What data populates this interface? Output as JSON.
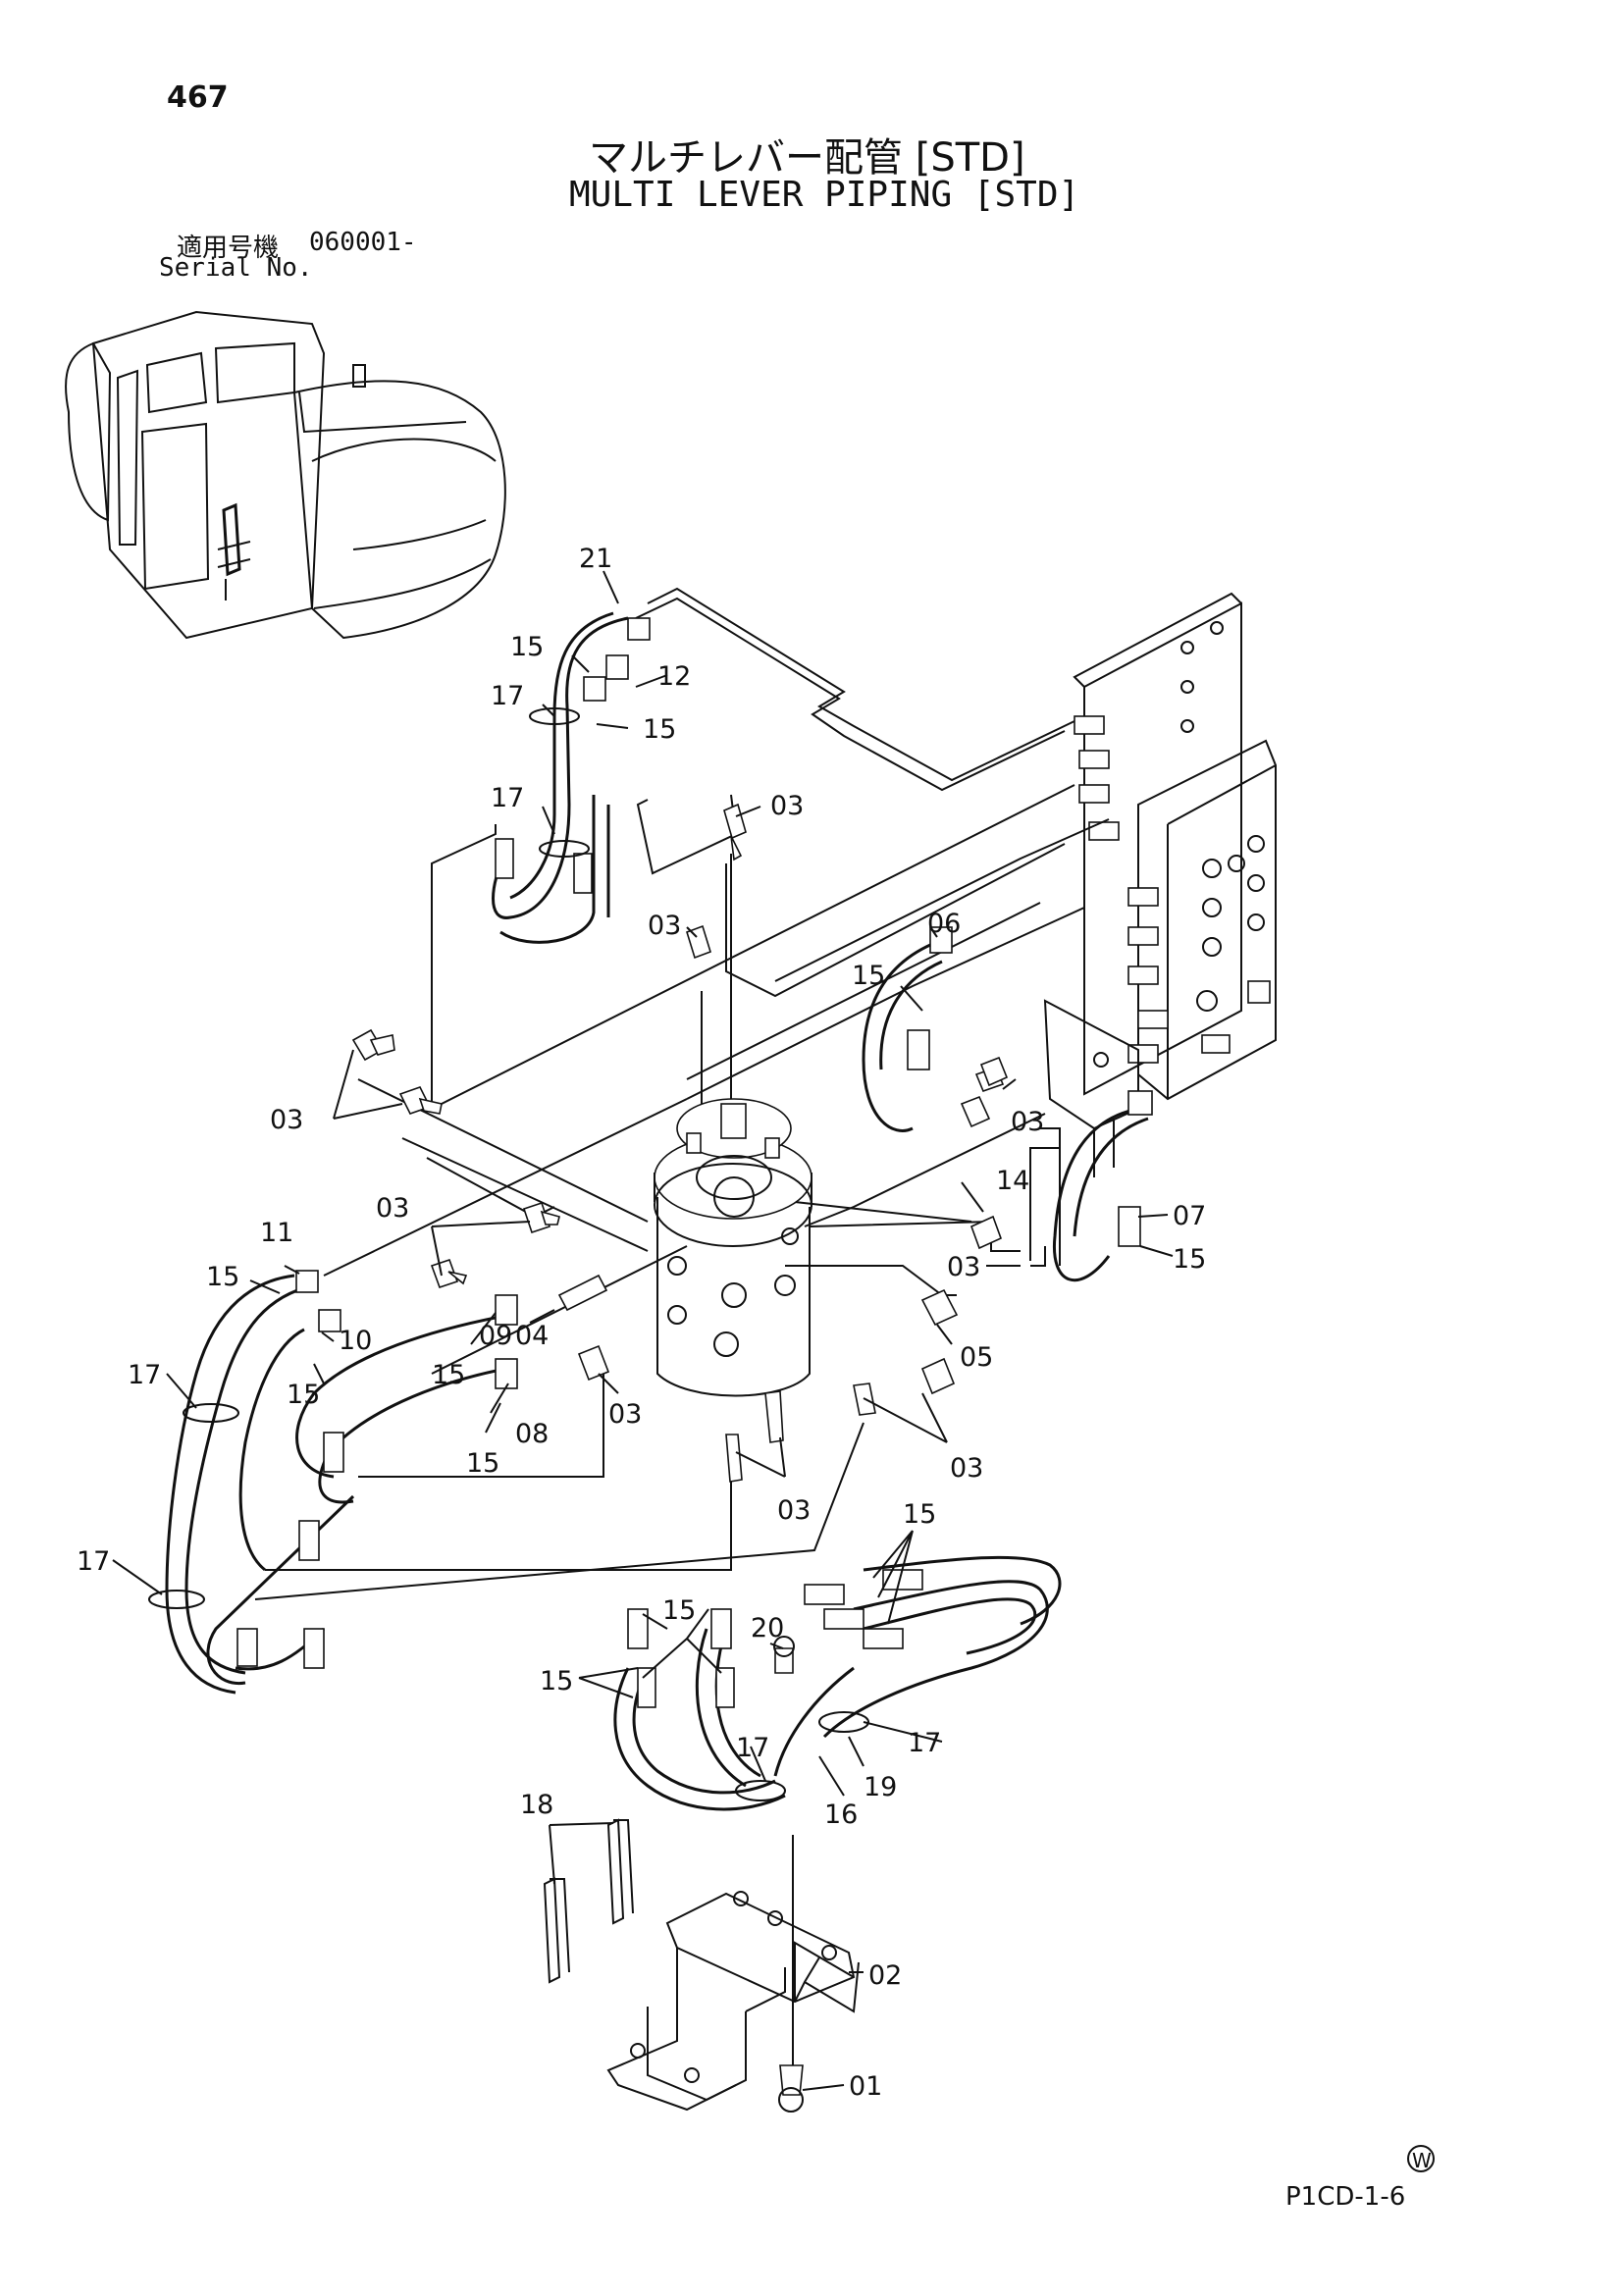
{
  "header": {
    "page_number": "467",
    "title_ja": "マルチレバー配管 [STD]",
    "title_en": "MULTI LEVER PIPING [STD]",
    "serial_label_ja": "適用号機",
    "serial_range": "060001-",
    "serial_label_en": "Serial No."
  },
  "footer": {
    "mark": "W",
    "drawing_code": "P1CD-1-6"
  },
  "parts": [
    {
      "id": "21",
      "label": "21"
    },
    {
      "id": "15a",
      "label": "15"
    },
    {
      "id": "12",
      "label": "12"
    },
    {
      "id": "17a",
      "label": "17"
    },
    {
      "id": "15b",
      "label": "15"
    },
    {
      "id": "17b",
      "label": "17"
    },
    {
      "id": "03a",
      "label": "03"
    },
    {
      "id": "03b",
      "label": "03"
    },
    {
      "id": "06",
      "label": "06"
    },
    {
      "id": "15c",
      "label": "15"
    },
    {
      "id": "03c",
      "label": "03"
    },
    {
      "id": "03d",
      "label": "03"
    },
    {
      "id": "14",
      "label": "14"
    },
    {
      "id": "03e",
      "label": "03"
    },
    {
      "id": "07",
      "label": "07"
    },
    {
      "id": "15d",
      "label": "15"
    },
    {
      "id": "11",
      "label": "11"
    },
    {
      "id": "15e",
      "label": "15"
    },
    {
      "id": "03f",
      "label": "03"
    },
    {
      "id": "10",
      "label": "10"
    },
    {
      "id": "15f",
      "label": "15"
    },
    {
      "id": "17c",
      "label": "17"
    },
    {
      "id": "15g",
      "label": "15"
    },
    {
      "id": "09",
      "label": "09"
    },
    {
      "id": "04",
      "label": "04"
    },
    {
      "id": "05",
      "label": "05"
    },
    {
      "id": "08",
      "label": "08"
    },
    {
      "id": "15h",
      "label": "15"
    },
    {
      "id": "03g",
      "label": "03"
    },
    {
      "id": "03h",
      "label": "03"
    },
    {
      "id": "03i",
      "label": "03"
    },
    {
      "id": "17d",
      "label": "17"
    },
    {
      "id": "15i",
      "label": "15"
    },
    {
      "id": "15j",
      "label": "15"
    },
    {
      "id": "20",
      "label": "20"
    },
    {
      "id": "15k",
      "label": "15"
    },
    {
      "id": "17e",
      "label": "17"
    },
    {
      "id": "17f",
      "label": "17"
    },
    {
      "id": "19",
      "label": "19"
    },
    {
      "id": "16",
      "label": "16"
    },
    {
      "id": "18",
      "label": "18"
    },
    {
      "id": "02",
      "label": "02"
    },
    {
      "id": "01",
      "label": "01"
    }
  ]
}
